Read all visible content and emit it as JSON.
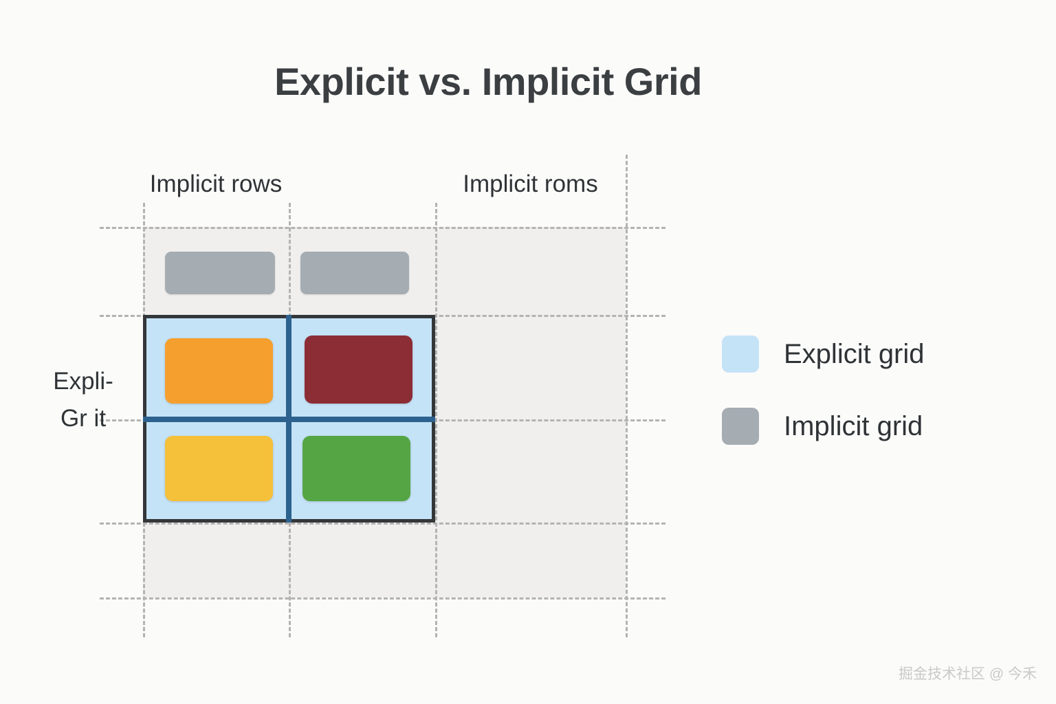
{
  "page": {
    "title": "Explicit vs. Implicit Grid",
    "background_color": "#fbfbfa"
  },
  "diagram": {
    "column_labels": [
      {
        "text": "Implicit rows"
      },
      {
        "text": "Implicit roms"
      }
    ],
    "row_label": {
      "line1": "Expli-",
      "line2": "Gr it"
    },
    "implicit_region": {
      "fill": "#f0efee"
    },
    "guide_lines": {
      "color": "#b3b3b3",
      "style": "dashed",
      "vertical_x": [
        208,
        420,
        633,
        910
      ],
      "horizontal_y": [
        330,
        458,
        610,
        760,
        869
      ]
    },
    "explicit_grid": {
      "fill": "#c5e3f7",
      "border_color": "#333739",
      "divider_color": "#2d628f",
      "columns": 2,
      "rows": 2
    },
    "implicit_items": [
      {
        "name": "implicit-item-1",
        "color": "#a5adb3"
      },
      {
        "name": "implicit-item-2",
        "color": "#a5adb3"
      }
    ],
    "explicit_items": [
      {
        "name": "explicit-item-orange",
        "color": "#f5a02e"
      },
      {
        "name": "explicit-item-darkred",
        "color": "#8c2d36"
      },
      {
        "name": "explicit-item-yellow",
        "color": "#f5c03a"
      },
      {
        "name": "explicit-item-green",
        "color": "#55a544"
      }
    ]
  },
  "legend": {
    "items": [
      {
        "label": "Explicit grid",
        "color": "#c5e3f7"
      },
      {
        "label": "Implicit grid",
        "color": "#a5adb3"
      }
    ]
  },
  "watermark": {
    "text": "掘金技术社区 @ 今禾"
  }
}
